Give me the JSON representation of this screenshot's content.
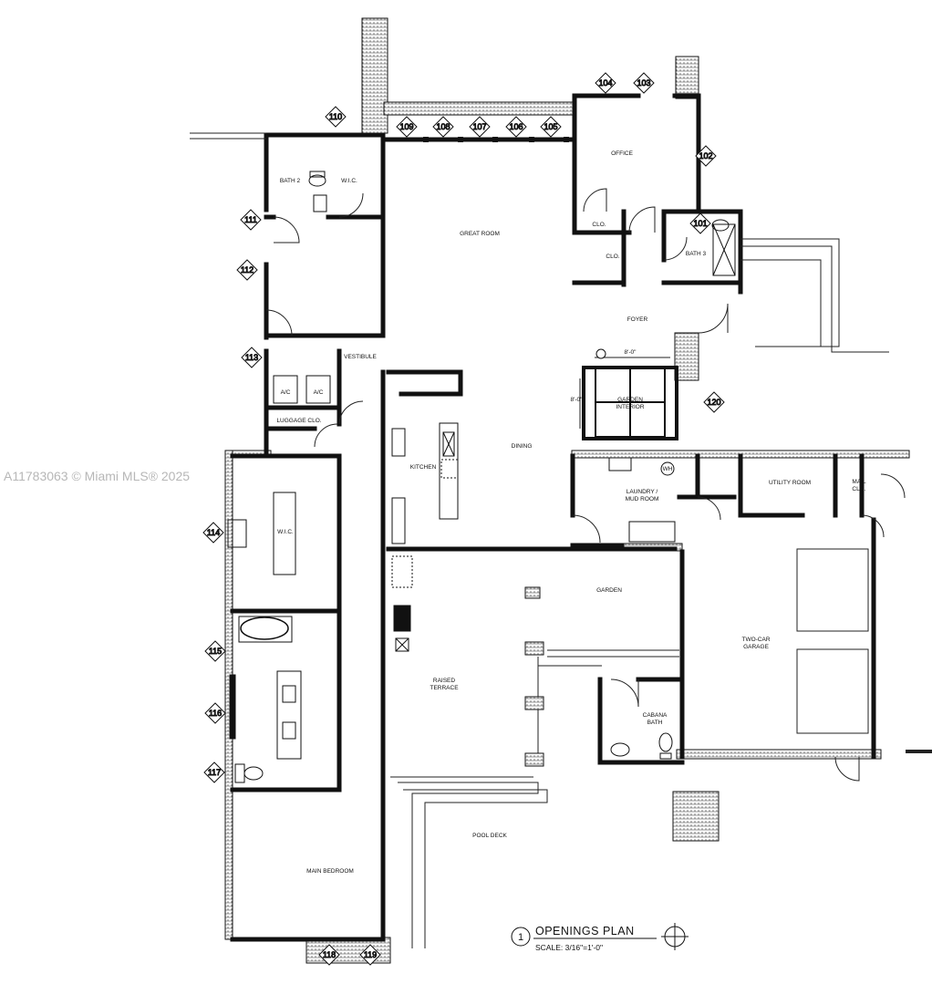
{
  "watermark": "A11783063 © Miami MLS® 2025",
  "plan": {
    "title": "OPENINGS PLAN",
    "scale": "SCALE: 3/16\"=1'-0\"",
    "view_number": "1"
  },
  "rooms": {
    "bath2": "BATH 2",
    "wic_top": "W.I.C.",
    "great_room": "GREAT ROOM",
    "office": "OFFICE",
    "clo_office": "CLO.",
    "clo_hall": "CLO.",
    "bath3": "BATH 3",
    "foyer": "FOYER",
    "vestibule": "VESTIBULE",
    "ac1": "A/C",
    "ac2": "A/C",
    "luggage_clo": "LUGGAGE CLO.",
    "garden_interior_1": "GARDEN",
    "garden_interior_2": "INTERIOR",
    "dining": "DINING",
    "kitchen": "KITCHEN",
    "laundry_1": "LAUNDRY /",
    "laundry_2": "MUD ROOM",
    "utility_room": "UTILITY ROOM",
    "mail_clo_1": "MAIL",
    "mail_clo_2": "CLO.",
    "wic_main": "W.I.C.",
    "garden": "GARDEN",
    "raised_terrace_1": "RAISED",
    "raised_terrace_2": "TERRACE",
    "garage_1": "TWO-CAR",
    "garage_2": "GARAGE",
    "cabana_bath_1": "CABANA",
    "cabana_bath_2": "BATH",
    "pool_deck": "POOL DECK",
    "main_bedroom": "MAIN BEDROOM"
  },
  "dimensions": {
    "garden_width": "8'-0\"",
    "garden_depth": "8'-0\"",
    "wh": "WH"
  },
  "openings": [
    "101",
    "102",
    "103",
    "104",
    "105",
    "106",
    "107",
    "108",
    "109",
    "110",
    "111",
    "112",
    "113",
    "114",
    "115",
    "116",
    "117",
    "118",
    "119",
    "120"
  ]
}
